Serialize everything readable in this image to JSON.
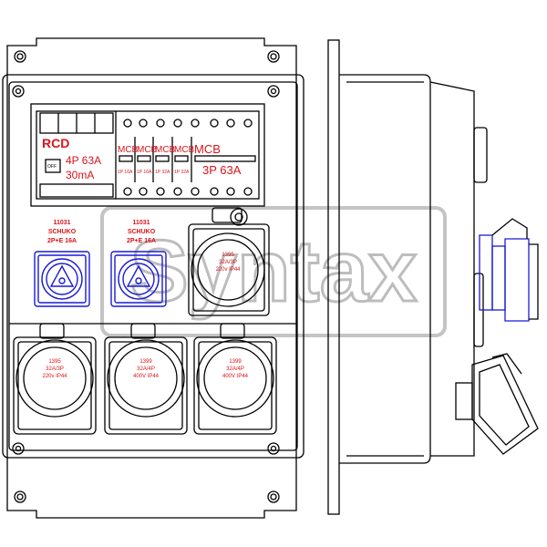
{
  "watermark": "Syntax",
  "rcd": {
    "title": "RCD",
    "rating": "4P 63A",
    "current": "30mA",
    "switch_label": "OFF"
  },
  "mcb_small": [
    {
      "label": "MCB",
      "rating": "1P 16A"
    },
    {
      "label": "MCB",
      "rating": "1P 16A"
    },
    {
      "label": "MCB",
      "rating": "1P 32A"
    },
    {
      "label": "MCB",
      "rating": "1P 32A"
    }
  ],
  "mcb_main": {
    "label": "MCB",
    "rating": "3P 63A"
  },
  "schuko_sockets": [
    {
      "code": "11031",
      "type": "SCHUKO",
      "rating": "2P+E 16A"
    },
    {
      "code": "11031",
      "type": "SCHUKO",
      "rating": "2P+E 16A"
    }
  ],
  "upper_industrial_socket": {
    "code": "1395",
    "rating": "32A/3P",
    "spec": "220v IP44"
  },
  "lower_sockets": [
    {
      "code": "1395",
      "rating": "32A/3P",
      "spec": "220v IP44"
    },
    {
      "code": "1399",
      "rating": "32A/4P",
      "spec": "400V IP44"
    },
    {
      "code": "1399",
      "rating": "32A/4P",
      "spec": "400V IP44"
    }
  ],
  "colors": {
    "label_red": "#d9141b",
    "socket_blue": "#1a1ad6",
    "outline": "#000000",
    "watermark_gray": "#bdbdbd"
  }
}
